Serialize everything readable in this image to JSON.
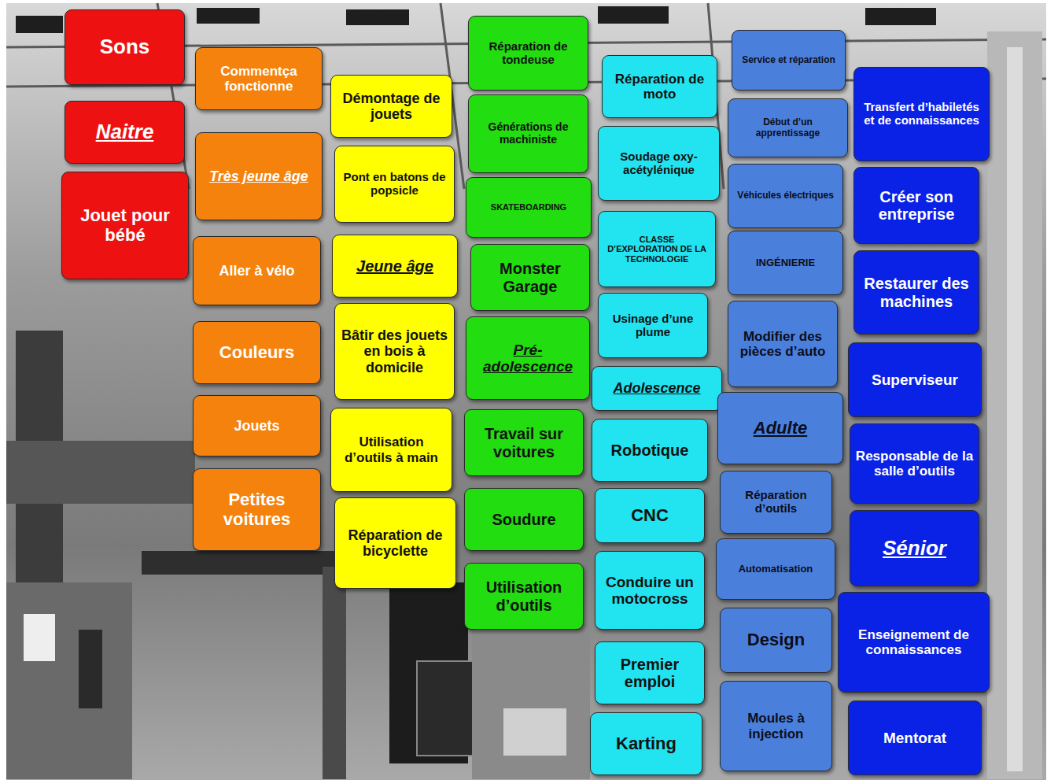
{
  "diagram": {
    "nodes": [
      {
        "text": [
          "Sons"
        ]
      },
      {
        "text": [
          "Naitre"
        ]
      },
      {
        "text": [
          "Jouet pour bébé"
        ]
      },
      {
        "text": [
          "Commentça fonctionne"
        ]
      },
      {
        "text": [
          "Très jeune âge"
        ]
      },
      {
        "text": [
          "Aller à vélo"
        ]
      },
      {
        "text": [
          "Couleurs"
        ]
      },
      {
        "text": [
          "Jouets"
        ]
      },
      {
        "text": [
          "Petites voitures"
        ]
      },
      {
        "text": [
          "Démontage de jouets"
        ]
      },
      {
        "text": [
          "Pont en batons de popsicle"
        ]
      },
      {
        "text": [
          "Jeune âge"
        ]
      },
      {
        "text": [
          "Bâtir des jouets en bois à domicile"
        ]
      },
      {
        "text": [
          "Utilisation d’outils à main"
        ]
      },
      {
        "text": [
          "Réparation de bicyclette"
        ]
      },
      {
        "text": [
          "Réparation de tondeuse"
        ]
      },
      {
        "text": [
          "Générations de machiniste"
        ]
      },
      {
        "text": [
          "SKATEBOARDING"
        ]
      },
      {
        "text": [
          "Monster Garage"
        ]
      },
      {
        "text": [
          "Pré-adolescence"
        ]
      },
      {
        "text": [
          "Travail sur voitures"
        ]
      },
      {
        "text": [
          "Soudure"
        ]
      },
      {
        "text": [
          "Utilisation d’outils"
        ]
      },
      {
        "text": [
          "Réparation de moto"
        ]
      },
      {
        "text": [
          "Soudage oxy-acétylénique"
        ]
      },
      {
        "text": [
          "CLASSE D’EXPLORATION DE LA TECHNOLOGIE"
        ]
      },
      {
        "text": [
          "Usinage d’une plume"
        ]
      },
      {
        "text": [
          "Adolescence"
        ]
      },
      {
        "text": [
          "Robotique"
        ]
      },
      {
        "text": [
          "CNC"
        ]
      },
      {
        "text": [
          "Conduire un motocross"
        ]
      },
      {
        "text": [
          "Premier emploi"
        ]
      },
      {
        "text": [
          "Karting"
        ]
      },
      {
        "text": [
          "Service et réparation"
        ]
      },
      {
        "text": [
          "Début d’un apprentissage"
        ]
      },
      {
        "text": [
          "Véhicules électriques"
        ]
      },
      {
        "text": [
          "INGÉNIERIE"
        ]
      },
      {
        "text": [
          "Modifier des pièces d’auto"
        ]
      },
      {
        "text": [
          "Adulte"
        ]
      },
      {
        "text": [
          "Réparation d’outils"
        ]
      },
      {
        "text": [
          "Automatisation"
        ]
      },
      {
        "text": [
          "Design"
        ]
      },
      {
        "text": [
          "Moules à injection"
        ]
      },
      {
        "text": [
          "Transfert d’habiletés et de connaissances"
        ]
      },
      {
        "text": [
          "Créer son entreprise"
        ]
      },
      {
        "text": [
          "Restaurer des machines"
        ]
      },
      {
        "text": [
          "Superviseur"
        ]
      },
      {
        "text": [
          "Responsable de la salle d’outils"
        ]
      },
      {
        "text": [
          "Sénior"
        ]
      },
      {
        "text": [
          "Enseignement de connaissances"
        ]
      },
      {
        "text": [
          "Mentorat"
        ]
      }
    ]
  }
}
